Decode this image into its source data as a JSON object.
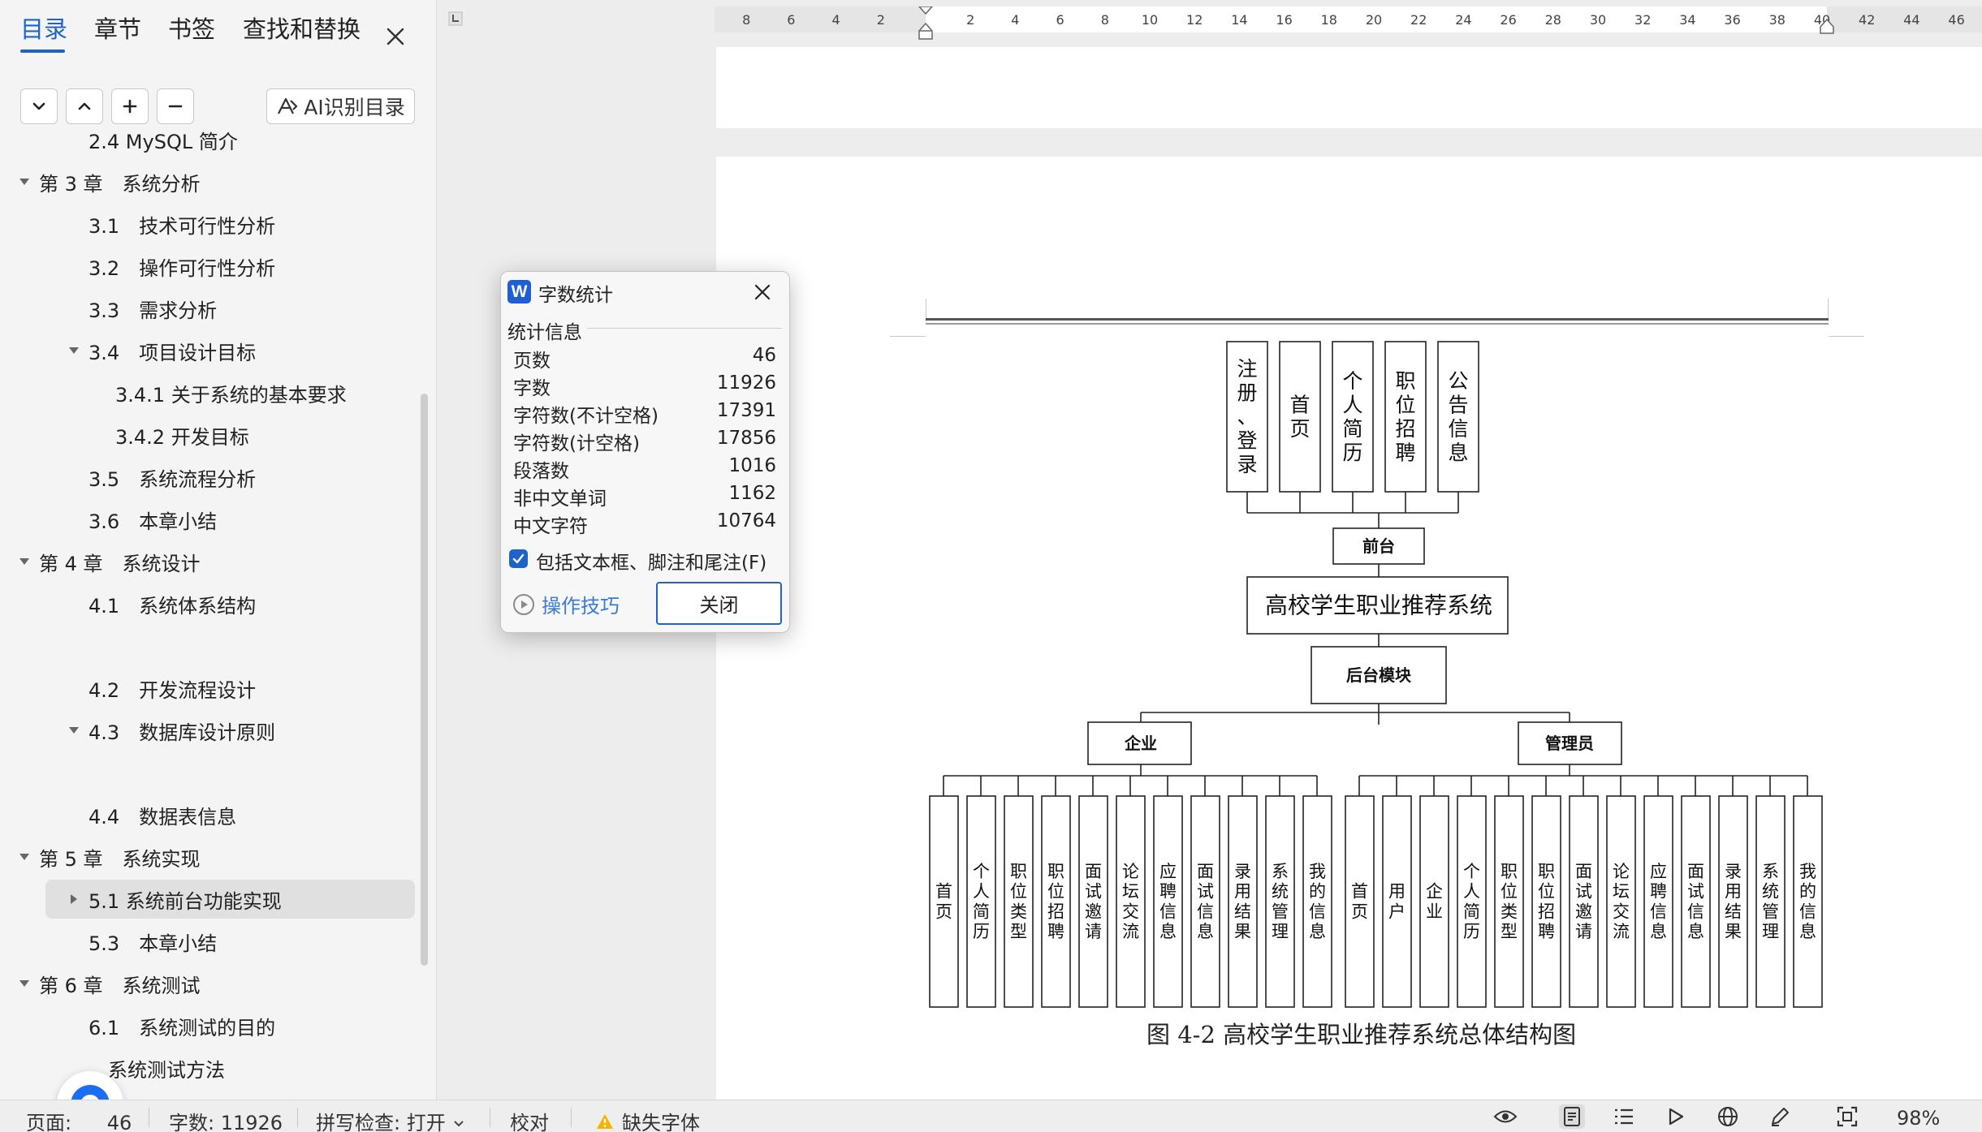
{
  "nav": {
    "tabs": [
      "目录",
      "章节",
      "书签",
      "查找和替换"
    ],
    "ai_button": "AI识别目录",
    "toc": [
      {
        "label": "2.4 MySQL 简介",
        "level": 2,
        "toggle": "none"
      },
      {
        "label": "第 3 章　系统分析",
        "level": 1,
        "toggle": "expanded"
      },
      {
        "label": "3.1　技术可行性分析",
        "level": 2,
        "toggle": "none"
      },
      {
        "label": "3.2　操作可行性分析",
        "level": 2,
        "toggle": "none"
      },
      {
        "label": "3.3　需求分析",
        "level": 2,
        "toggle": "none"
      },
      {
        "label": "3.4　项目设计目标",
        "level": 2,
        "toggle": "expanded"
      },
      {
        "label": "3.4.1 关于系统的基本要求",
        "level": 3,
        "toggle": "none"
      },
      {
        "label": "3.4.2 开发目标",
        "level": 3,
        "toggle": "none"
      },
      {
        "label": "3.5　系统流程分析",
        "level": 2,
        "toggle": "none"
      },
      {
        "label": "3.6　本章小结",
        "level": 2,
        "toggle": "none"
      },
      {
        "label": "第 4 章　系统设计",
        "level": 1,
        "toggle": "expanded"
      },
      {
        "label": "4.1　系统体系结构",
        "level": 2,
        "toggle": "none"
      },
      {
        "label": "",
        "level": 2,
        "toggle": "none"
      },
      {
        "label": "4.2　开发流程设计",
        "level": 2,
        "toggle": "none"
      },
      {
        "label": "4.3　数据库设计原则",
        "level": 2,
        "toggle": "expanded"
      },
      {
        "label": "",
        "level": 2,
        "toggle": "none"
      },
      {
        "label": "4.4　数据表信息",
        "level": 2,
        "toggle": "none"
      },
      {
        "label": "第 5 章　系统实现",
        "level": 1,
        "toggle": "expanded"
      },
      {
        "label": "5.1 系统前台功能实现",
        "level": 2,
        "toggle": "collapsed",
        "selected": true
      },
      {
        "label": "5.3　本章小结",
        "level": 2,
        "toggle": "none"
      },
      {
        "label": "第 6 章　系统测试",
        "level": 1,
        "toggle": "expanded"
      },
      {
        "label": "6.1　系统测试的目的",
        "level": 2,
        "toggle": "none"
      },
      {
        "label": "　系统测试方法",
        "level": 2,
        "toggle": "none"
      }
    ]
  },
  "ruler": {
    "left_ticks": [
      "8",
      "6",
      "4",
      "2"
    ],
    "right_ticks": [
      "2",
      "4",
      "6",
      "8",
      "10",
      "12",
      "14",
      "16",
      "18",
      "20",
      "22",
      "24",
      "26",
      "28",
      "30",
      "32",
      "34",
      "36",
      "38",
      "40",
      "42",
      "44",
      "46"
    ]
  },
  "diagram": {
    "top_modules": [
      "注册、登录",
      "首页",
      "个人简历",
      "职位招聘",
      "公告信息"
    ],
    "frontend": "前台",
    "system": "高校学生职业推荐系统",
    "backend": "后台模块",
    "left_group": {
      "name": "企业",
      "items": [
        "首页",
        "个人简历",
        "职位类型",
        "职位招聘",
        "面试邀请",
        "论坛交流",
        "应聘信息",
        "面试信息",
        "录用结果",
        "系统管理",
        "我的信息"
      ]
    },
    "right_group": {
      "name": "管理员",
      "items": [
        "首页",
        "用户",
        "企业",
        "个人简历",
        "职位类型",
        "职位招聘",
        "面试邀请",
        "论坛交流",
        "应聘信息",
        "面试信息",
        "录用结果",
        "系统管理",
        "我的信息"
      ]
    },
    "caption": "图 4-2 高校学生职业推荐系统总体结构图"
  },
  "dialog": {
    "title": "字数统计",
    "section": "统计信息",
    "stats": [
      {
        "label": "页数",
        "value": "46"
      },
      {
        "label": "字数",
        "value": "11926"
      },
      {
        "label": "字符数(不计空格)",
        "value": "17391"
      },
      {
        "label": "字符数(计空格)",
        "value": "17856"
      },
      {
        "label": "段落数",
        "value": "1016"
      },
      {
        "label": "非中文单词",
        "value": "1162"
      },
      {
        "label": "中文字符",
        "value": "10764"
      }
    ],
    "checkbox_label": "包括文本框、脚注和尾注(F)",
    "tips": "操作技巧",
    "close_button": "关闭"
  },
  "status": {
    "page": "页面: ",
    "page_total": "46",
    "word_count": "字数: 11926",
    "spell_check": "拼写检查: 打开",
    "proofread": "校对",
    "missing_font": "缺失字体",
    "zoom": "98%"
  }
}
